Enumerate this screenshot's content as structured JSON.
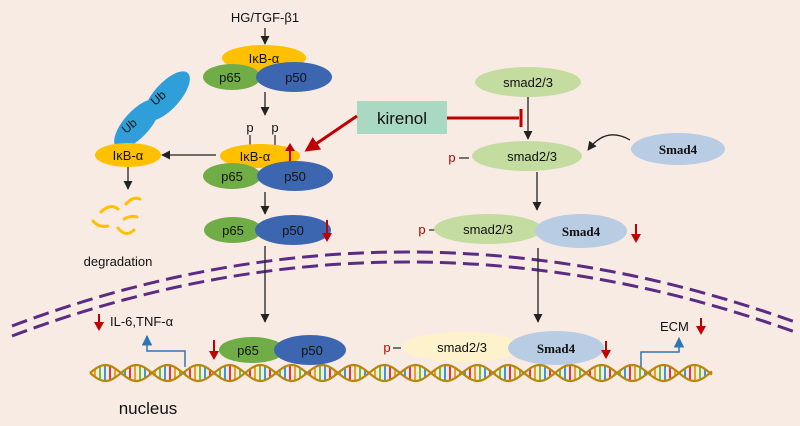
{
  "labels": {
    "stimulus": "HG/TGF-β1",
    "ikba": "IκB-α",
    "p65": "p65",
    "p50": "p50",
    "ub": "Ub",
    "p": "p",
    "degradation": "degradation",
    "kirenol": "kirenol",
    "smad23": "smad2/3",
    "smad4": "Smad4",
    "cytokines": "IL-6,TNF-α",
    "ecm": "ECM",
    "nucleus": "nucleus"
  },
  "colors": {
    "background": "#f8ebe4",
    "ikba": "#ffc000",
    "p65": "#70ad47",
    "p50": "#3d66b0",
    "ub": "#2e9fd8",
    "smad23": "#c5dca0",
    "smad23_nuclear": "#fdf2cc",
    "smad4": "#b8cce4",
    "kirenol_box": "#a9d9c3",
    "inhibit": "#c00000",
    "membrane": "#5b2c83",
    "transcription": "#2e75b6"
  }
}
